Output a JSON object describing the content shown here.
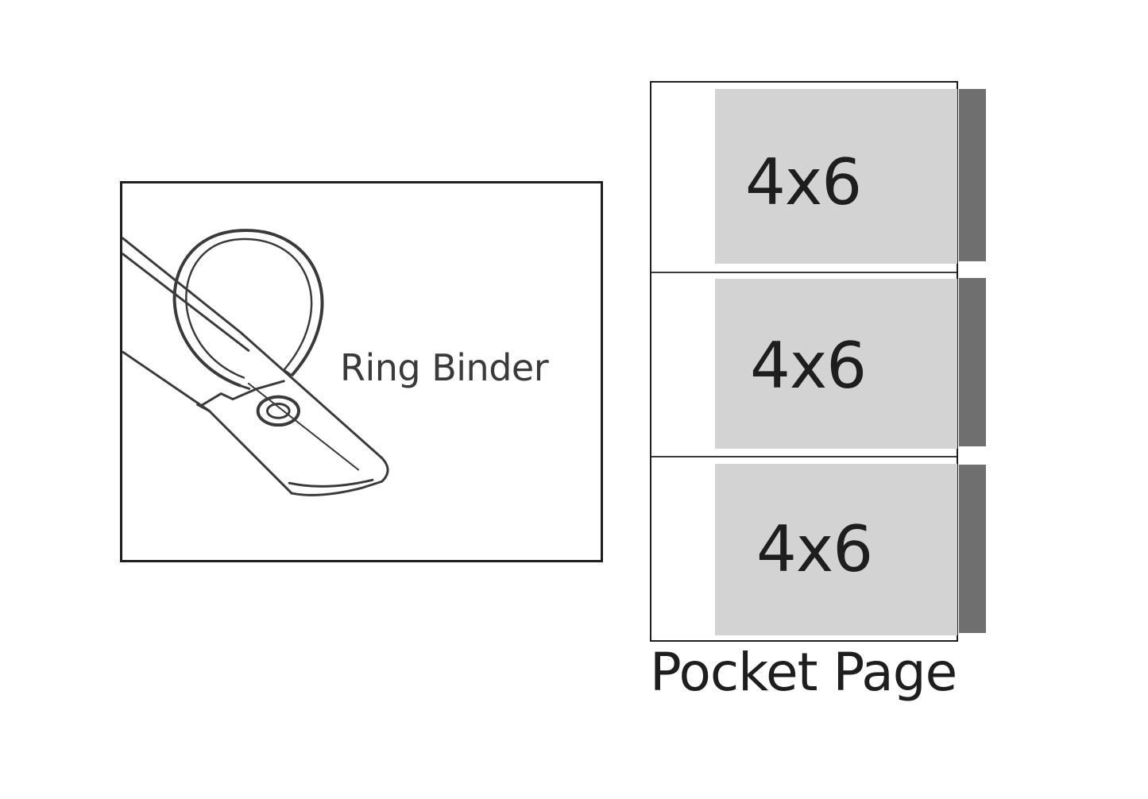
{
  "ring_binder": {
    "label": "Ring Binder"
  },
  "pocket_page": {
    "caption": "Pocket Page",
    "pockets": [
      {
        "label": "4x6"
      },
      {
        "label": "4x6"
      },
      {
        "label": "4x6"
      }
    ]
  },
  "colors": {
    "outline": "#1f1f1f",
    "pocket_fill": "#d3d3d3",
    "pocket_shadow": "#6f6f6f"
  }
}
